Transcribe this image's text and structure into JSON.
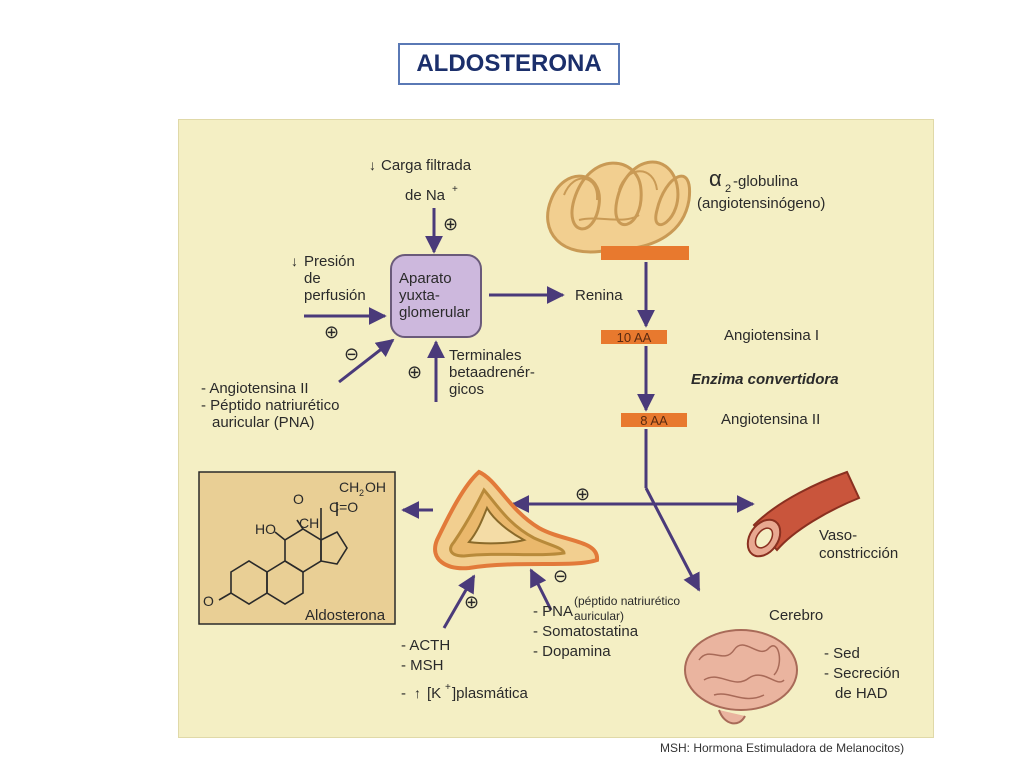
{
  "title": "ALDOSTERONA",
  "inputs": {
    "carga_line1": "Carga filtrada",
    "carga_line2": "de Na",
    "carga_sup": "+",
    "presion_line1": "Presión",
    "presion_line2": "de",
    "presion_line3": "perfusión",
    "inhibidores_line1": "- Angiotensina II",
    "inhibidores_line2": "- Péptido natriurético",
    "inhibidores_line3": "auricular (PNA)",
    "terminales_line1": "Terminales",
    "terminales_line2": "betaadrenér-",
    "terminales_line3": "gicos"
  },
  "jg_box": {
    "line1": "Aparato",
    "line2": "yuxta-",
    "line3": "glomerular"
  },
  "renin_pathway": {
    "globulina_alpha": "α",
    "globulina_sub": "2",
    "globulina_line1": "-globulina",
    "globulina_line2": "(angiotensinógeno)",
    "renina": "Renina",
    "aa10": "10 AA",
    "angiotensina1": "Angiotensina I",
    "enzima": "Enzima convertidora",
    "aa8": "8 AA",
    "angiotensina2": "Angiotensina II"
  },
  "targets": {
    "vaso_line1": "Vaso-",
    "vaso_line2": "constricción",
    "cerebro": "Cerebro",
    "sed": "- Sed",
    "secrecion_line1": "- Secreción",
    "secrecion_line2": "de HAD"
  },
  "adrenal_inputs": {
    "pna_line1": "(péptido natriurético",
    "pna_line2": "auricular)",
    "pna": "- PNA",
    "somatostatina": "- Somatostatina",
    "dopamina": "- Dopamina",
    "acth": "- ACTH",
    "msh": "- MSH",
    "k_prefix": "- ",
    "k_label": "[K",
    "k_sup": "+",
    "k_suffix": "]plasmática"
  },
  "molecule": {
    "ch2oh": "CH",
    "ch2oh_sub": "2",
    "ch2oh_end": "OH",
    "c_o": "C=O",
    "o_label": "O",
    "ch": "CH",
    "ho": "HO",
    "o_ketone": "O",
    "name": "Aldosterona"
  },
  "signs": {
    "plus": "⊕",
    "minus": "⊖"
  },
  "footnote": "MSH: Hormona Estimuladora de Melanocitos)",
  "colors": {
    "arrow": "#4a3a7a",
    "panel_bg": "#f4efc4",
    "peptide_bar": "#e8792e",
    "jg_box": "#cdb8dd",
    "vessel": "#c9553c",
    "brain": "#eab49f",
    "molecule_bg": "#e9cf95",
    "title_text": "#1b2f6b",
    "title_border": "#5a79b5"
  }
}
